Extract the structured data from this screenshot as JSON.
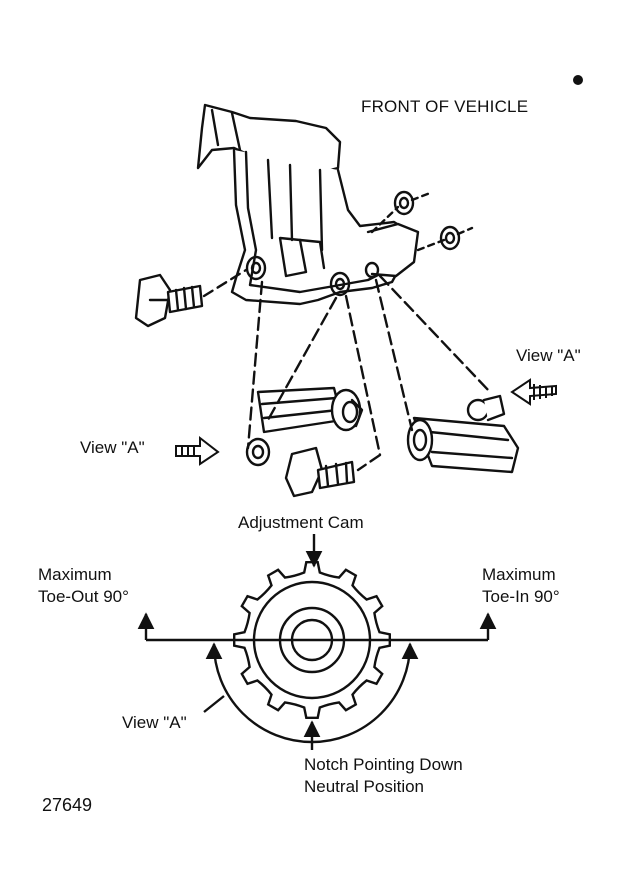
{
  "labels": {
    "front_of_vehicle": "FRONT OF VEHICLE",
    "view_a_right": "View \"A\"",
    "view_a_left": "View \"A\"",
    "adjustment_cam": "Adjustment Cam",
    "max_toe_out_line1": "Maximum",
    "max_toe_out_line2": "Toe-Out 90°",
    "max_toe_in_line1": "Maximum",
    "max_toe_in_line2": "Toe-In 90°",
    "view_a_bottom": "View \"A\"",
    "notch_line1": "Notch Pointing Down",
    "notch_line2": "Neutral Position",
    "figure_number": "27649"
  },
  "colors": {
    "ink": "#111111",
    "background": "#ffffff"
  }
}
